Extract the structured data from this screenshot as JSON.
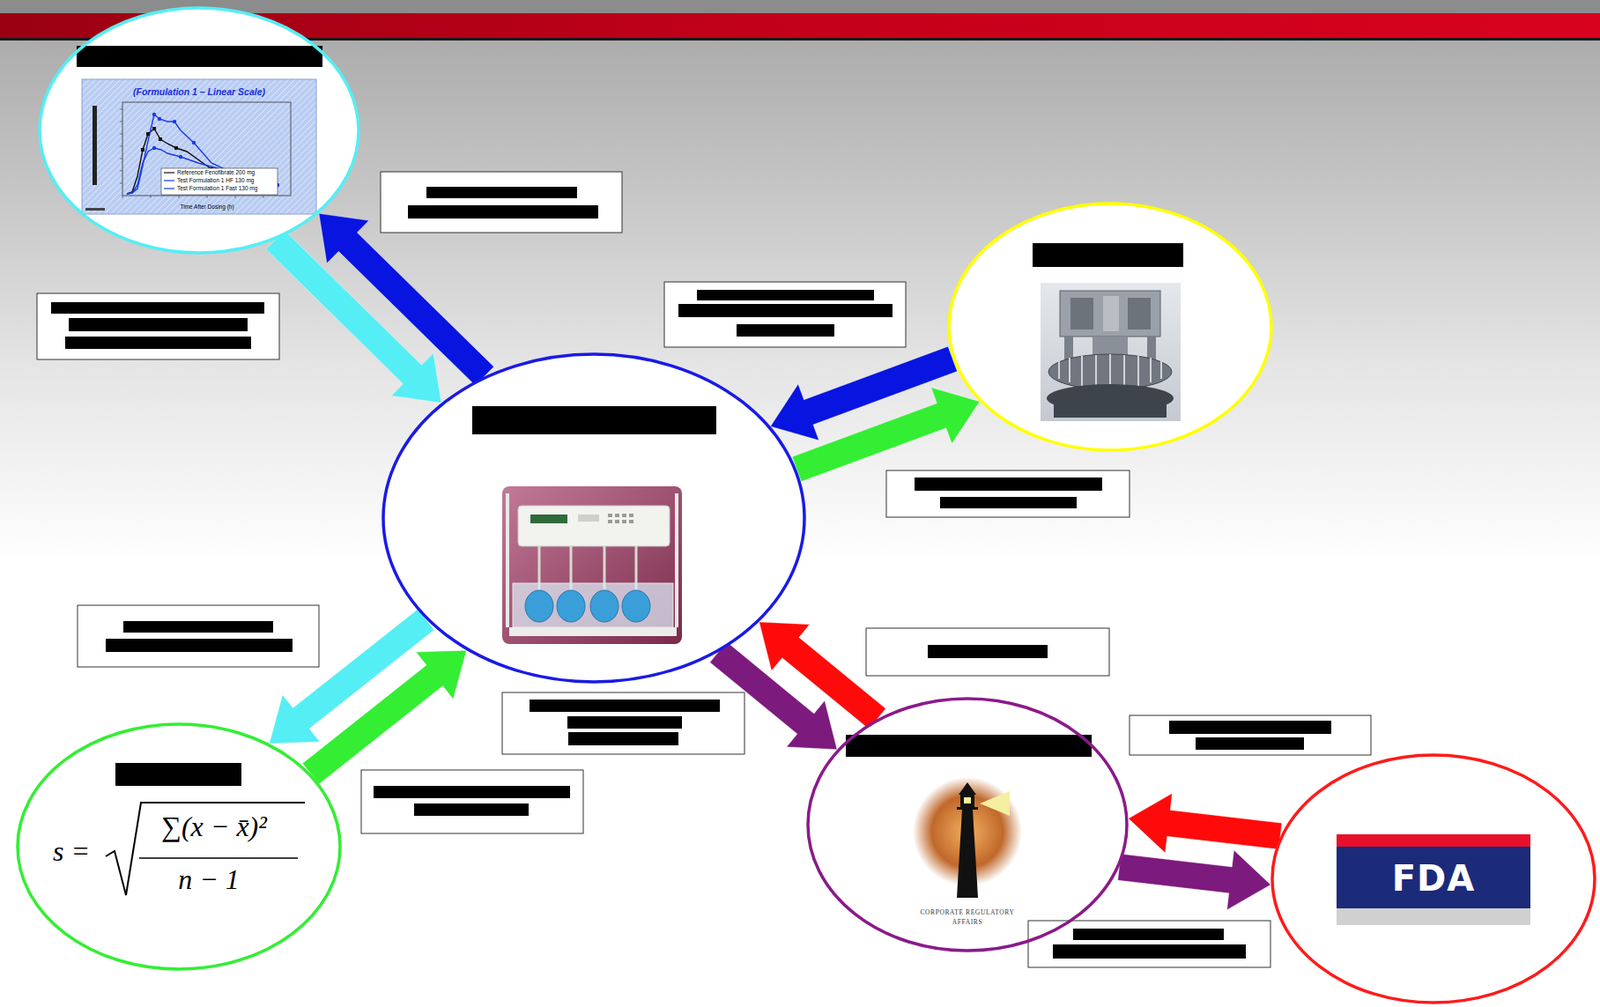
{
  "diagram": {
    "nodes": [
      {
        "text": []
      },
      {
        "text": []
      },
      {
        "text": []
      },
      {
        "text": [
          "s =",
          "∑(x − x̄)²",
          "n − 1"
        ]
      },
      {
        "text": [
          "CORPORATE REGULATORY AFFAIRS"
        ]
      },
      {
        "text": [
          "FDA"
        ]
      }
    ],
    "edges": [
      {
        "from": 0,
        "to": 2,
        "arrow": "to"
      },
      {
        "from": 2,
        "to": 0,
        "arrow": "to"
      },
      {
        "from": 1,
        "to": 2,
        "arrow": "to"
      },
      {
        "from": 2,
        "to": 1,
        "arrow": "to"
      },
      {
        "from": 2,
        "to": 3,
        "arrow": "to"
      },
      {
        "from": 3,
        "to": 2,
        "arrow": "to"
      },
      {
        "from": 2,
        "to": 4,
        "arrow": "to"
      },
      {
        "from": 4,
        "to": 2,
        "arrow": "to"
      },
      {
        "from": 5,
        "to": 4,
        "arrow": "to"
      },
      {
        "from": 4,
        "to": 5,
        "arrow": "to"
      }
    ],
    "labels": [
      "(Formulation 1 – Linear Scale)",
      "Reference Fenofibrate 200 mg",
      "Test Formulation 1 HF 130 mg",
      "Test Formulation 1 Fast 130 mg",
      "Time After Dosing (h)"
    ]
  }
}
